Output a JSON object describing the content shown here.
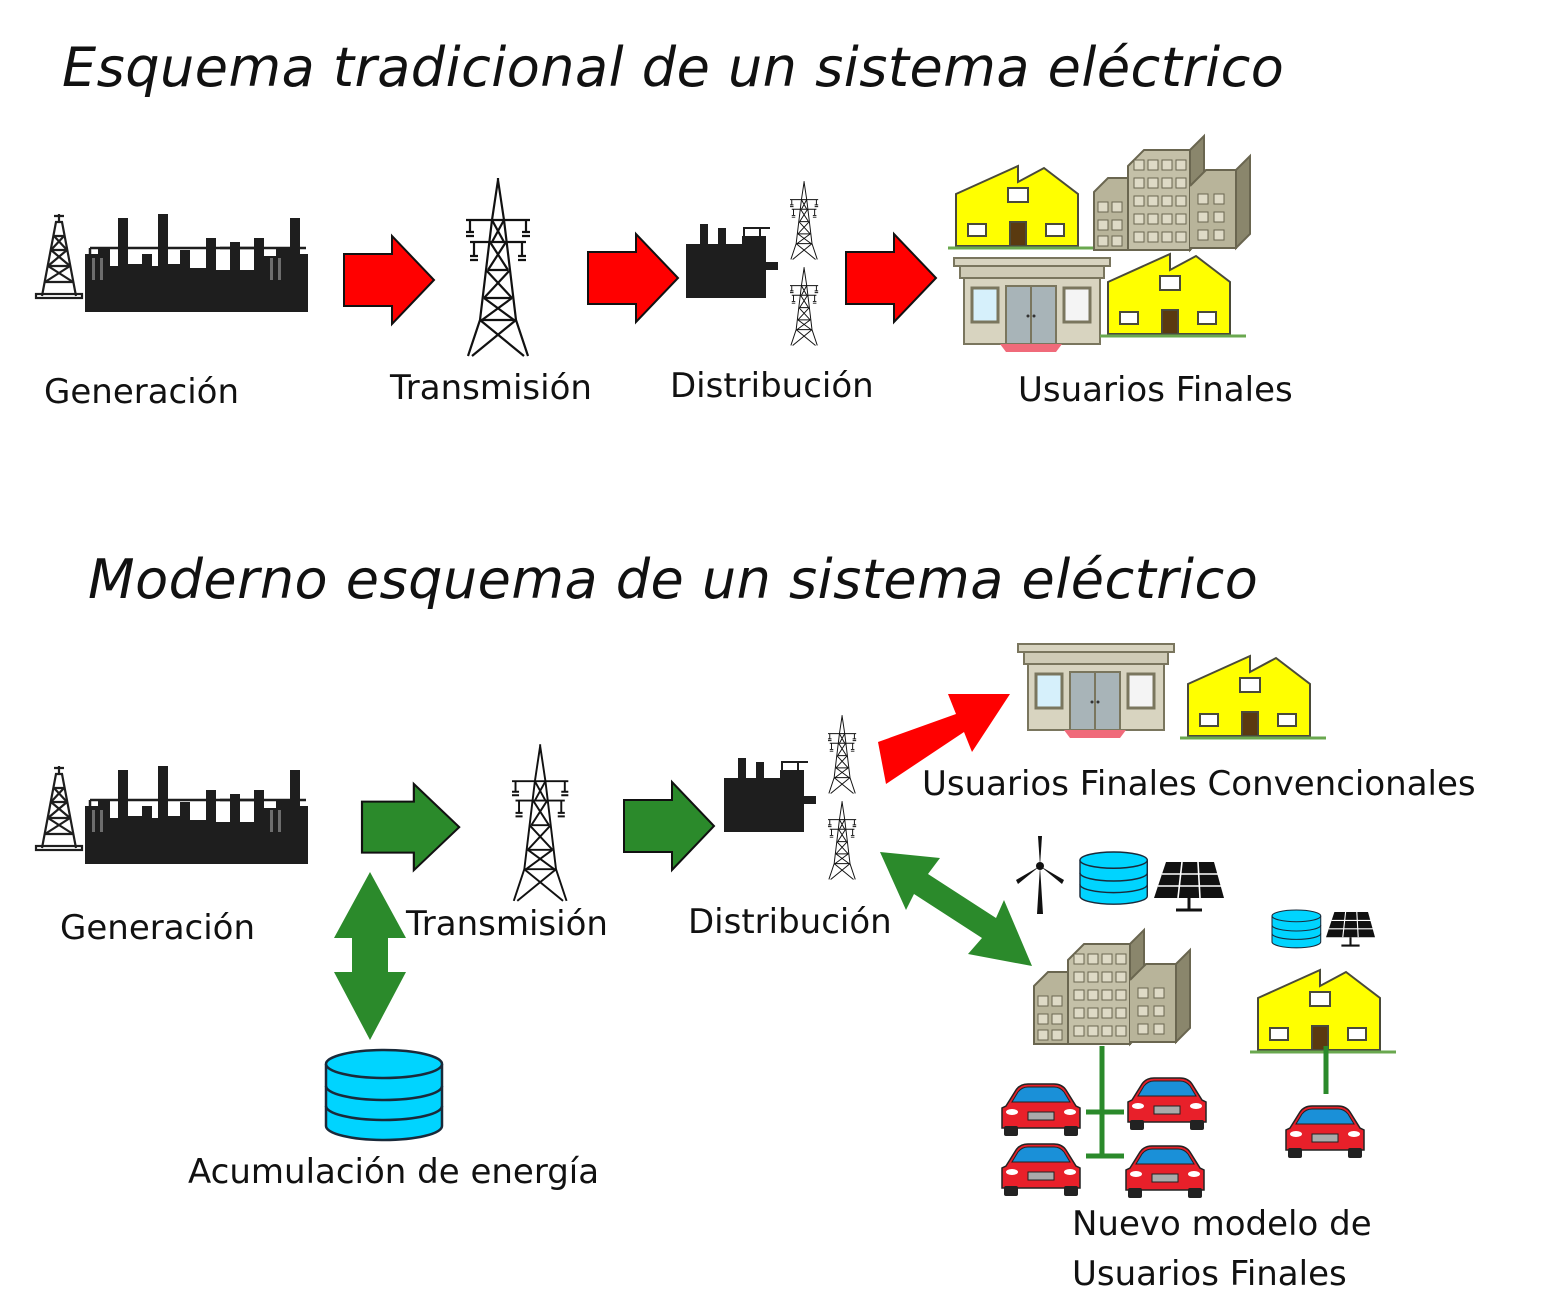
{
  "titles": {
    "traditional": "Esquema tradicional de un sistema eléctrico",
    "modern": "Moderno esquema de un sistema eléctrico"
  },
  "traditional": {
    "generation": "Generación",
    "transmission": "Transmisión",
    "distribution": "Distribución",
    "end_users": "Usuarios Finales"
  },
  "modern": {
    "generation": "Generación",
    "transmission": "Transmisión",
    "distribution": "Distribución",
    "conventional_users": "Usuarios Finales Convencionales",
    "storage": "Acumulación de energía",
    "new_users_line1": "Nuevo modelo de",
    "new_users_line2": "Usuarios Finales"
  },
  "colors": {
    "red_arrow": "#ff0000",
    "green_arrow": "#2b8a2b",
    "factory": "#1e1e1e",
    "house": "#ffff00",
    "building": "#b8b49a",
    "storage": "#00d4ff",
    "car": "#e8202a",
    "shop": "#d8d4c0"
  },
  "icons": [
    "factory-icon",
    "tower-icon",
    "substation-icon",
    "house-icon",
    "building-icon",
    "shop-icon",
    "battery-icon",
    "wind-turbine-icon",
    "solar-panel-icon",
    "car-icon"
  ]
}
